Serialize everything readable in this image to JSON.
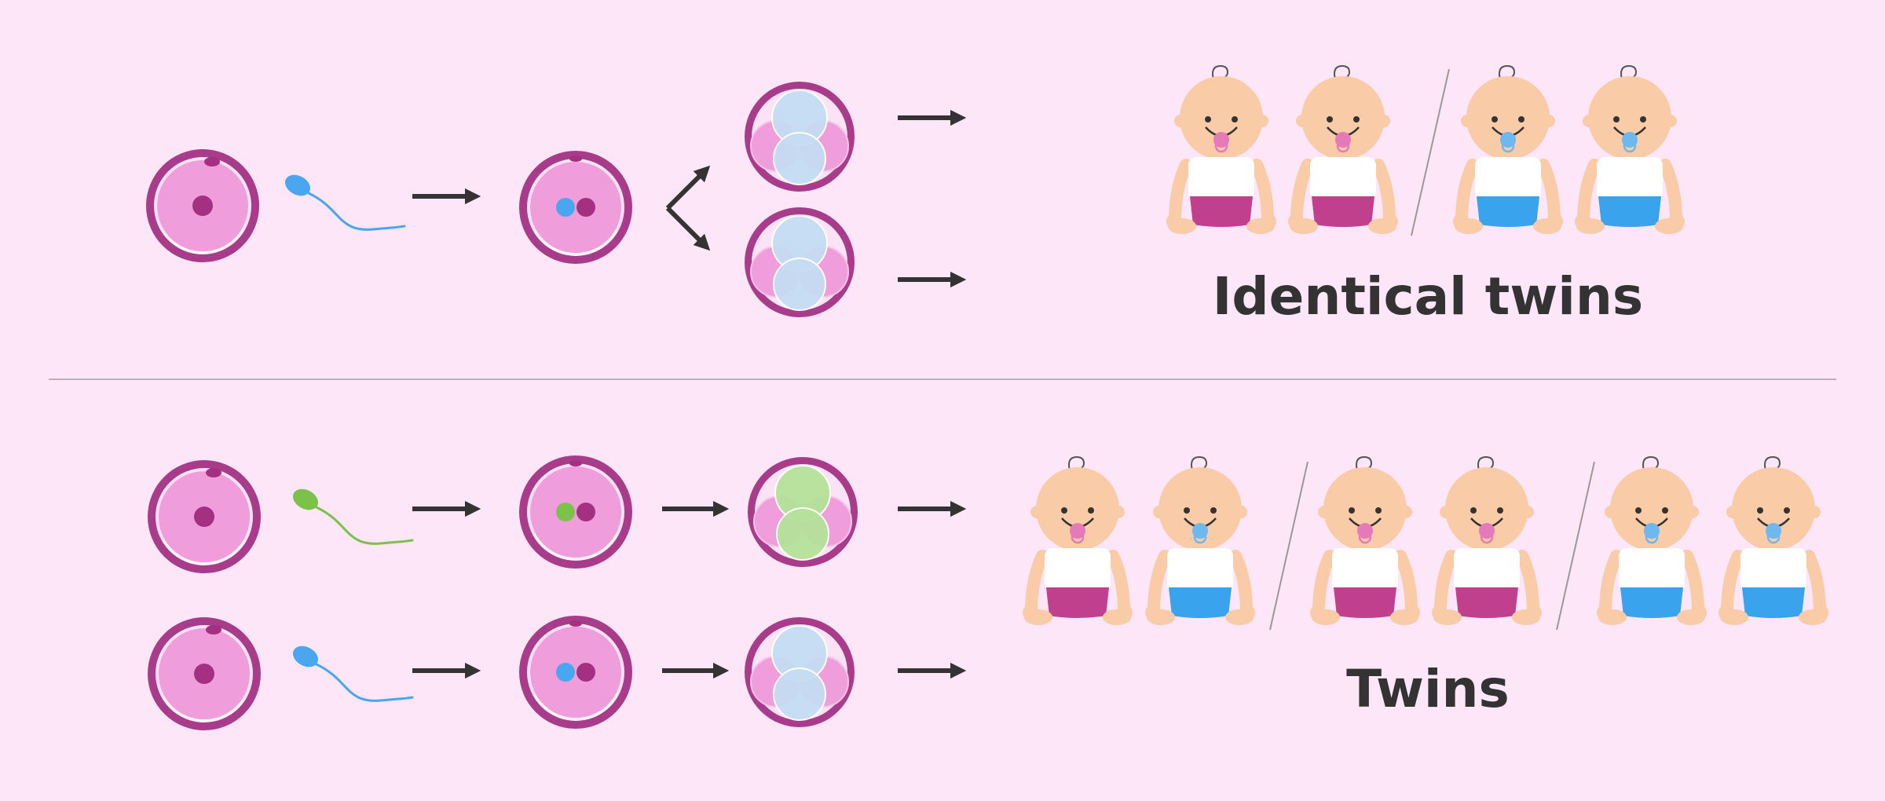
{
  "labels": {
    "identical": "Identical twins",
    "fraternal": "Twins"
  },
  "colors": {
    "background": "#fde6f8",
    "egg_ring": "#a83b8a",
    "egg_fill": "#ef9edb",
    "egg_nucleus": "#a33080",
    "sperm_blue": "#4aa6ee",
    "sperm_green": "#7cc24a",
    "cell_blue": "#c5ddf3",
    "cell_green": "#b5e29a",
    "cell_pink": "#ef9edb",
    "arrow": "#333333",
    "divider": "#a0a0a0",
    "skin": "#f9cba6",
    "diaper_pink": "#c0408e",
    "diaper_blue": "#3aa3ee",
    "pacifier_pink": "#e57ab9",
    "pacifier_blue": "#6db8ee",
    "shirt": "#ffffff",
    "text": "#333333"
  },
  "rows": {
    "identical_babies": [
      "pink",
      "pink",
      "blue",
      "blue"
    ],
    "fraternal_babies": [
      "pink",
      "blue",
      "pink",
      "pink",
      "blue",
      "blue"
    ]
  }
}
